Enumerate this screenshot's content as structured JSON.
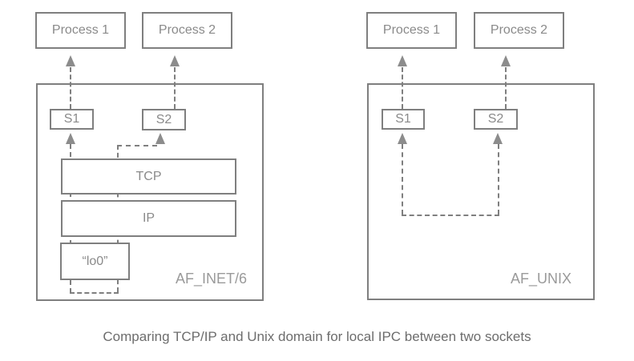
{
  "colors": {
    "line": "#7f7f7f",
    "box_text": "#8a8a8a",
    "af_text": "#9a9a9a",
    "caption_text": "#6d6d6d",
    "arrow": "#8c8c8c",
    "bg": "#ffffff"
  },
  "left": {
    "name": "AF_INET/6",
    "process1": "Process 1",
    "process2": "Process 2",
    "socket1": "S1",
    "socket2": "S2",
    "layers": {
      "tcp": "TCP",
      "ip": "IP",
      "loopback": "“lo0”"
    }
  },
  "right": {
    "name": "AF_UNIX",
    "process1": "Process 1",
    "process2": "Process 2",
    "socket1": "S1",
    "socket2": "S2"
  },
  "caption": "Comparing TCP/IP and Unix domain for local IPC between two sockets"
}
